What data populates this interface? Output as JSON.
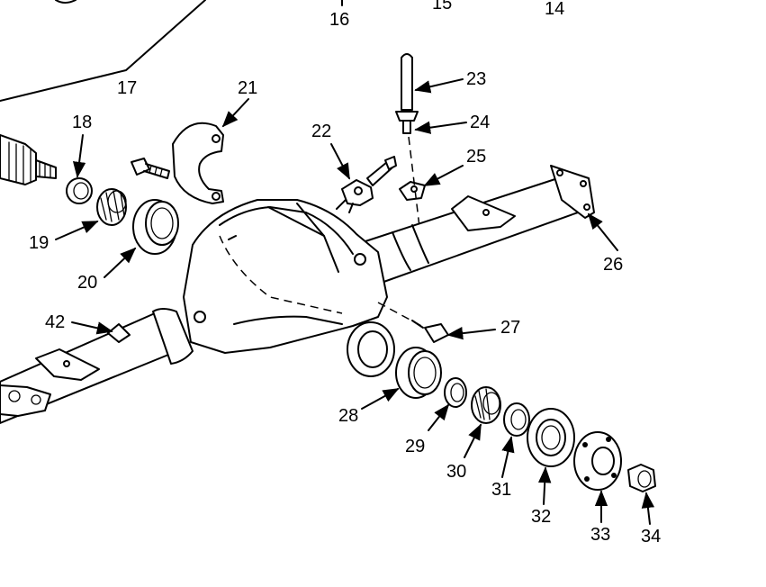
{
  "figure": {
    "type": "exploded parts diagram",
    "line_color": "#000000",
    "background": "#ffffff"
  },
  "callouts": {
    "c14": "14",
    "c15": "15",
    "c16": "16",
    "c17": "17",
    "c18": "18",
    "c19": "19",
    "c20": "20",
    "c21": "21",
    "c22": "22",
    "c23": "23",
    "c24": "24",
    "c25": "25",
    "c26": "26",
    "c27": "27",
    "c28": "28",
    "c29": "29",
    "c30": "30",
    "c31": "31",
    "c32": "32",
    "c33": "33",
    "c34": "34",
    "c42": "42"
  }
}
